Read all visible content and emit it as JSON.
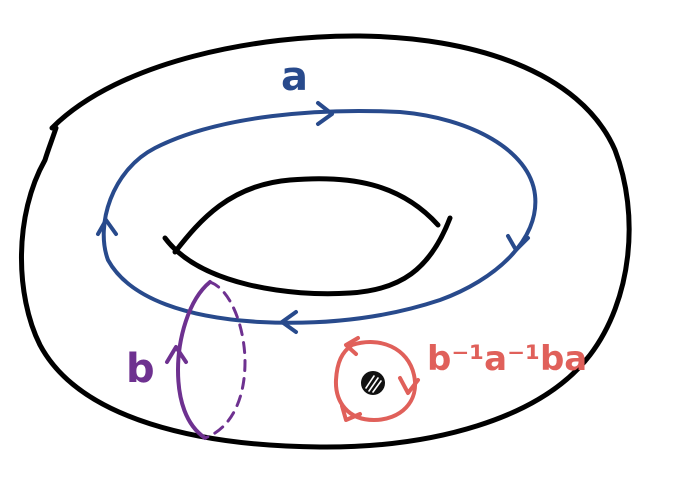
{
  "labels": {
    "loop_a": "a",
    "loop_b": "b",
    "commutator": "b⁻¹a⁻¹ba"
  },
  "colors": {
    "torus": "#000000",
    "loop_a": "#284a8c",
    "loop_b": "#6e3190",
    "commutator": "#e0605a",
    "puncture": "#111111"
  }
}
